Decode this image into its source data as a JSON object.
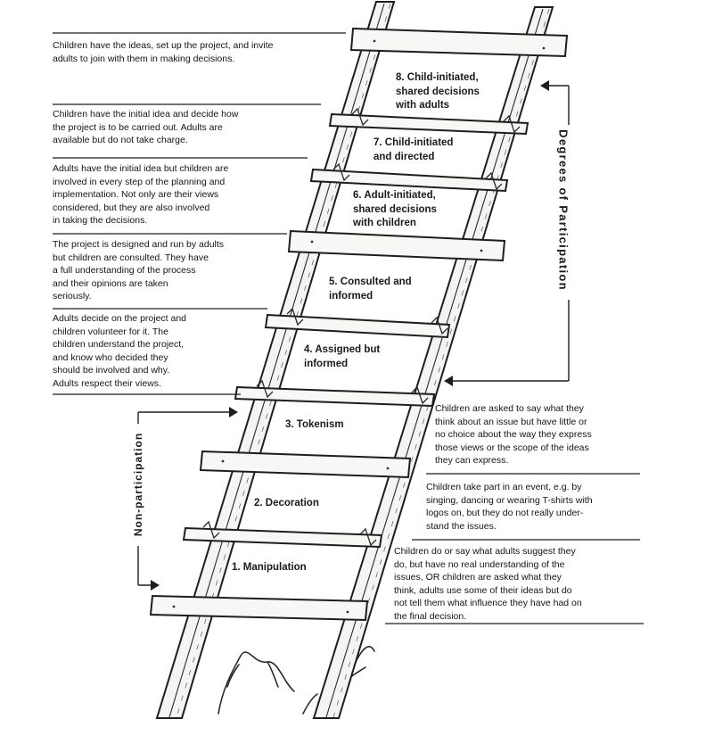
{
  "rungs": [
    {
      "level": "8",
      "label_lines": [
        "8. Child-initiated,",
        "shared decisions",
        "with adults"
      ]
    },
    {
      "level": "7",
      "label_lines": [
        "7. Child-initiated",
        "and directed"
      ]
    },
    {
      "level": "6",
      "label_lines": [
        "6. Adult-initiated,",
        "shared decisions",
        "with children"
      ]
    },
    {
      "level": "5",
      "label_lines": [
        "5. Consulted and",
        "informed"
      ]
    },
    {
      "level": "4",
      "label_lines": [
        "4. Assigned but",
        "informed"
      ]
    },
    {
      "level": "3",
      "label_lines": [
        "3. Tokenism"
      ]
    },
    {
      "level": "2",
      "label_lines": [
        "2. Decoration"
      ]
    },
    {
      "level": "1",
      "label_lines": [
        "1. Manipulation"
      ]
    }
  ],
  "descriptions": {
    "rung8": [
      "Children have the ideas, set up the project, and invite",
      "adults to join with them in making decisions."
    ],
    "rung7": [
      "Children have the initial idea and decide how",
      "the project is to be carried out. Adults are",
      "available but do not take charge."
    ],
    "rung6": [
      "Adults have the initial idea but children are",
      "involved in every step of the planning and",
      "implementation. Not only are their views",
      "considered, but they are also involved",
      "in taking the decisions."
    ],
    "rung5": [
      "The project is designed and run by adults",
      "but children are consulted. They have",
      "a full understanding of the process",
      "and their opinions are taken",
      "seriously."
    ],
    "rung4": [
      "Adults decide on the project and",
      "children volunteer for it. The",
      "children understand the project,",
      "and know who decided they",
      "should be involved and why.",
      "Adults respect their views."
    ],
    "rung3": [
      "Children are asked to say what they",
      "think about an issue but have little or",
      "no choice about the way they express",
      "those views or the scope of the ideas",
      "they can express."
    ],
    "rung2": [
      "Children take part in an event, e.g. by",
      "singing, dancing or wearing T-shirts with",
      "logos on, but they do not really under-",
      "stand the issues."
    ],
    "rung1": [
      "Children do or say what adults suggest they",
      "do, but have no real understanding of the",
      "issues, OR children are asked what they",
      "think, adults use some of their ideas but do",
      "not tell them what influence they have had on",
      "the final decision."
    ]
  },
  "brackets": {
    "degrees_label": "Degrees of Participation",
    "nonparticipation_label": "Non-participation"
  }
}
